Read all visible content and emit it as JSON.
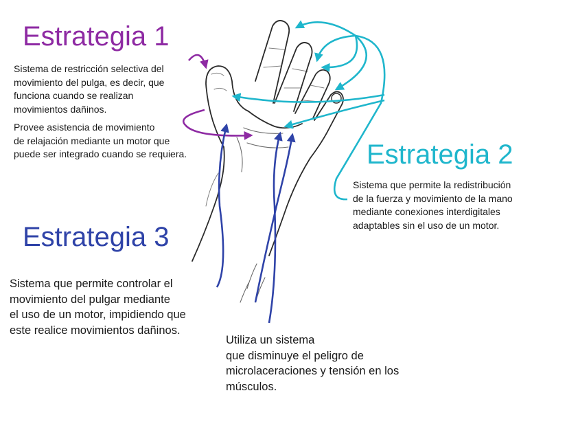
{
  "colors": {
    "strategy1": "#8e2aa3",
    "strategy2": "#1fb6cc",
    "strategy3": "#2f43a8",
    "sketch": "#2b2b2b"
  },
  "strategy1": {
    "title": "Estrategia 1",
    "description_1": "Sistema  de restricción selectiva del\nmovimiento del pulga, es decir, que\nfunciona cuando se realizan\nmovimientos dañinos.",
    "description_2": "Provee asistencia de movimiento\nde relajación mediante un motor que\npuede ser integrado cuando se requiera."
  },
  "strategy2": {
    "title": "Estrategia 2",
    "description": "Sistema que permite la redistribución\nde la fuerza y movimiento de la mano\nmediante conexiones interdigitales\nadaptables sin el uso de un motor."
  },
  "strategy3": {
    "title": "Estrategia 3",
    "description_1": "Sistema que permite controlar el\nmovimiento del pulgar mediante\nel uso de un motor, impidiendo que\neste realice movimientos dañinos.",
    "description_2": "Utiliza un sistema\nque disminuye el peligro de\nmicrolaceraciones y tensión en los\nmúsculos."
  }
}
